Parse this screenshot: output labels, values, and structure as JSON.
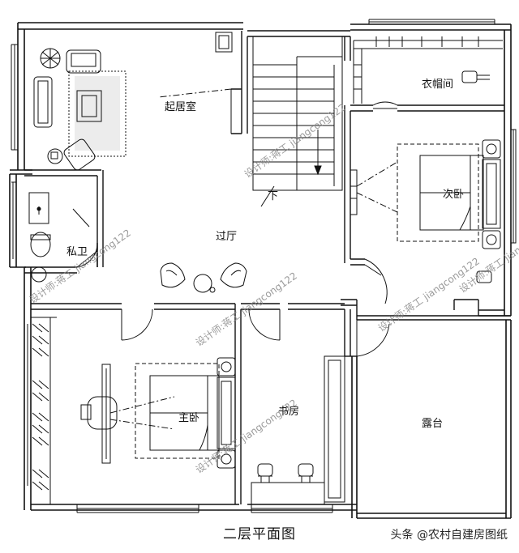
{
  "rooms": {
    "living": "起居室",
    "cloakroom": "衣帽间",
    "second_bedroom": "次卧",
    "hall": "过厅",
    "private_bath": "私卫",
    "master_bedroom": "主卧",
    "study": "书房",
    "terrace": "露台",
    "stairs_down": "下"
  },
  "watermark": {
    "text1": "设计师:蒋工 jiangcong122",
    "text2": "设计师:蒋工 jiangcong122",
    "text3": "设计师:蒋工 jiangcong122",
    "text4": "设计师:蒋工 jiangcong122",
    "text5": "设计师:蒋工 jiangcong122",
    "text6": "设计师:蒋工 jiangcong122"
  },
  "caption": "二层平面图",
  "credit": "头条 @农村自建房图纸"
}
